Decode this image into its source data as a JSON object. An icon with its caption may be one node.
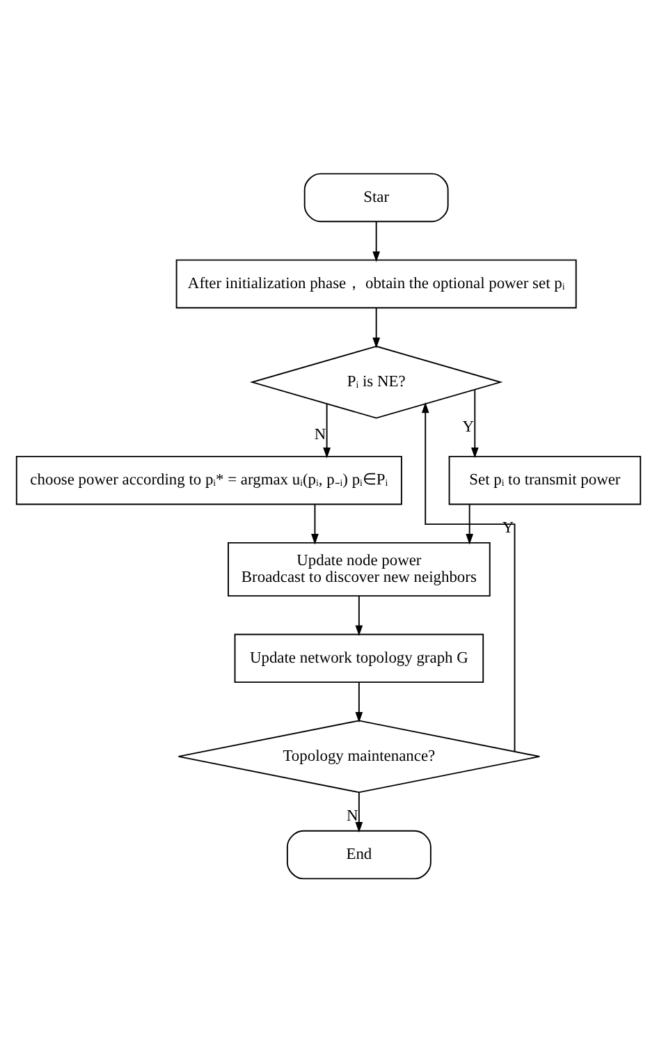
{
  "diagram": {
    "nodes": [
      {
        "text": [
          "Star"
        ]
      },
      {
        "text": [
          "After initialization phase， obtain the optional power set pᵢ"
        ]
      },
      {
        "text": [
          "Pᵢ is NE?"
        ]
      },
      {
        "text": [
          "choose power according to pᵢ* = argmax uᵢ(pᵢ, p₋ᵢ) pᵢ∈Pᵢ"
        ]
      },
      {
        "text": [
          "Set pᵢ to transmit power"
        ]
      },
      {
        "text": [
          "Update node power",
          "Broadcast to discover new neighbors"
        ]
      },
      {
        "text": [
          "Update network topology graph G"
        ]
      },
      {
        "text": [
          "Topology maintenance?"
        ]
      },
      {
        "text": [
          "End"
        ]
      }
    ],
    "edges": [
      {
        "from": 0,
        "to": 1,
        "arrow": "to"
      },
      {
        "from": 1,
        "to": 2,
        "arrow": "to"
      },
      {
        "from": 2,
        "to": 3,
        "arrow": "to",
        "label": "N"
      },
      {
        "from": 2,
        "to": 4,
        "arrow": "to",
        "label": "Y"
      },
      {
        "from": 3,
        "to": 5,
        "arrow": "to"
      },
      {
        "from": 4,
        "to": 5,
        "arrow": "to"
      },
      {
        "from": 5,
        "to": 6,
        "arrow": "to"
      },
      {
        "from": 6,
        "to": 7,
        "arrow": "to"
      },
      {
        "from": 7,
        "to": 2,
        "arrow": "to",
        "label": "Y"
      },
      {
        "from": 7,
        "to": 8,
        "arrow": "to",
        "label": "N"
      }
    ]
  }
}
